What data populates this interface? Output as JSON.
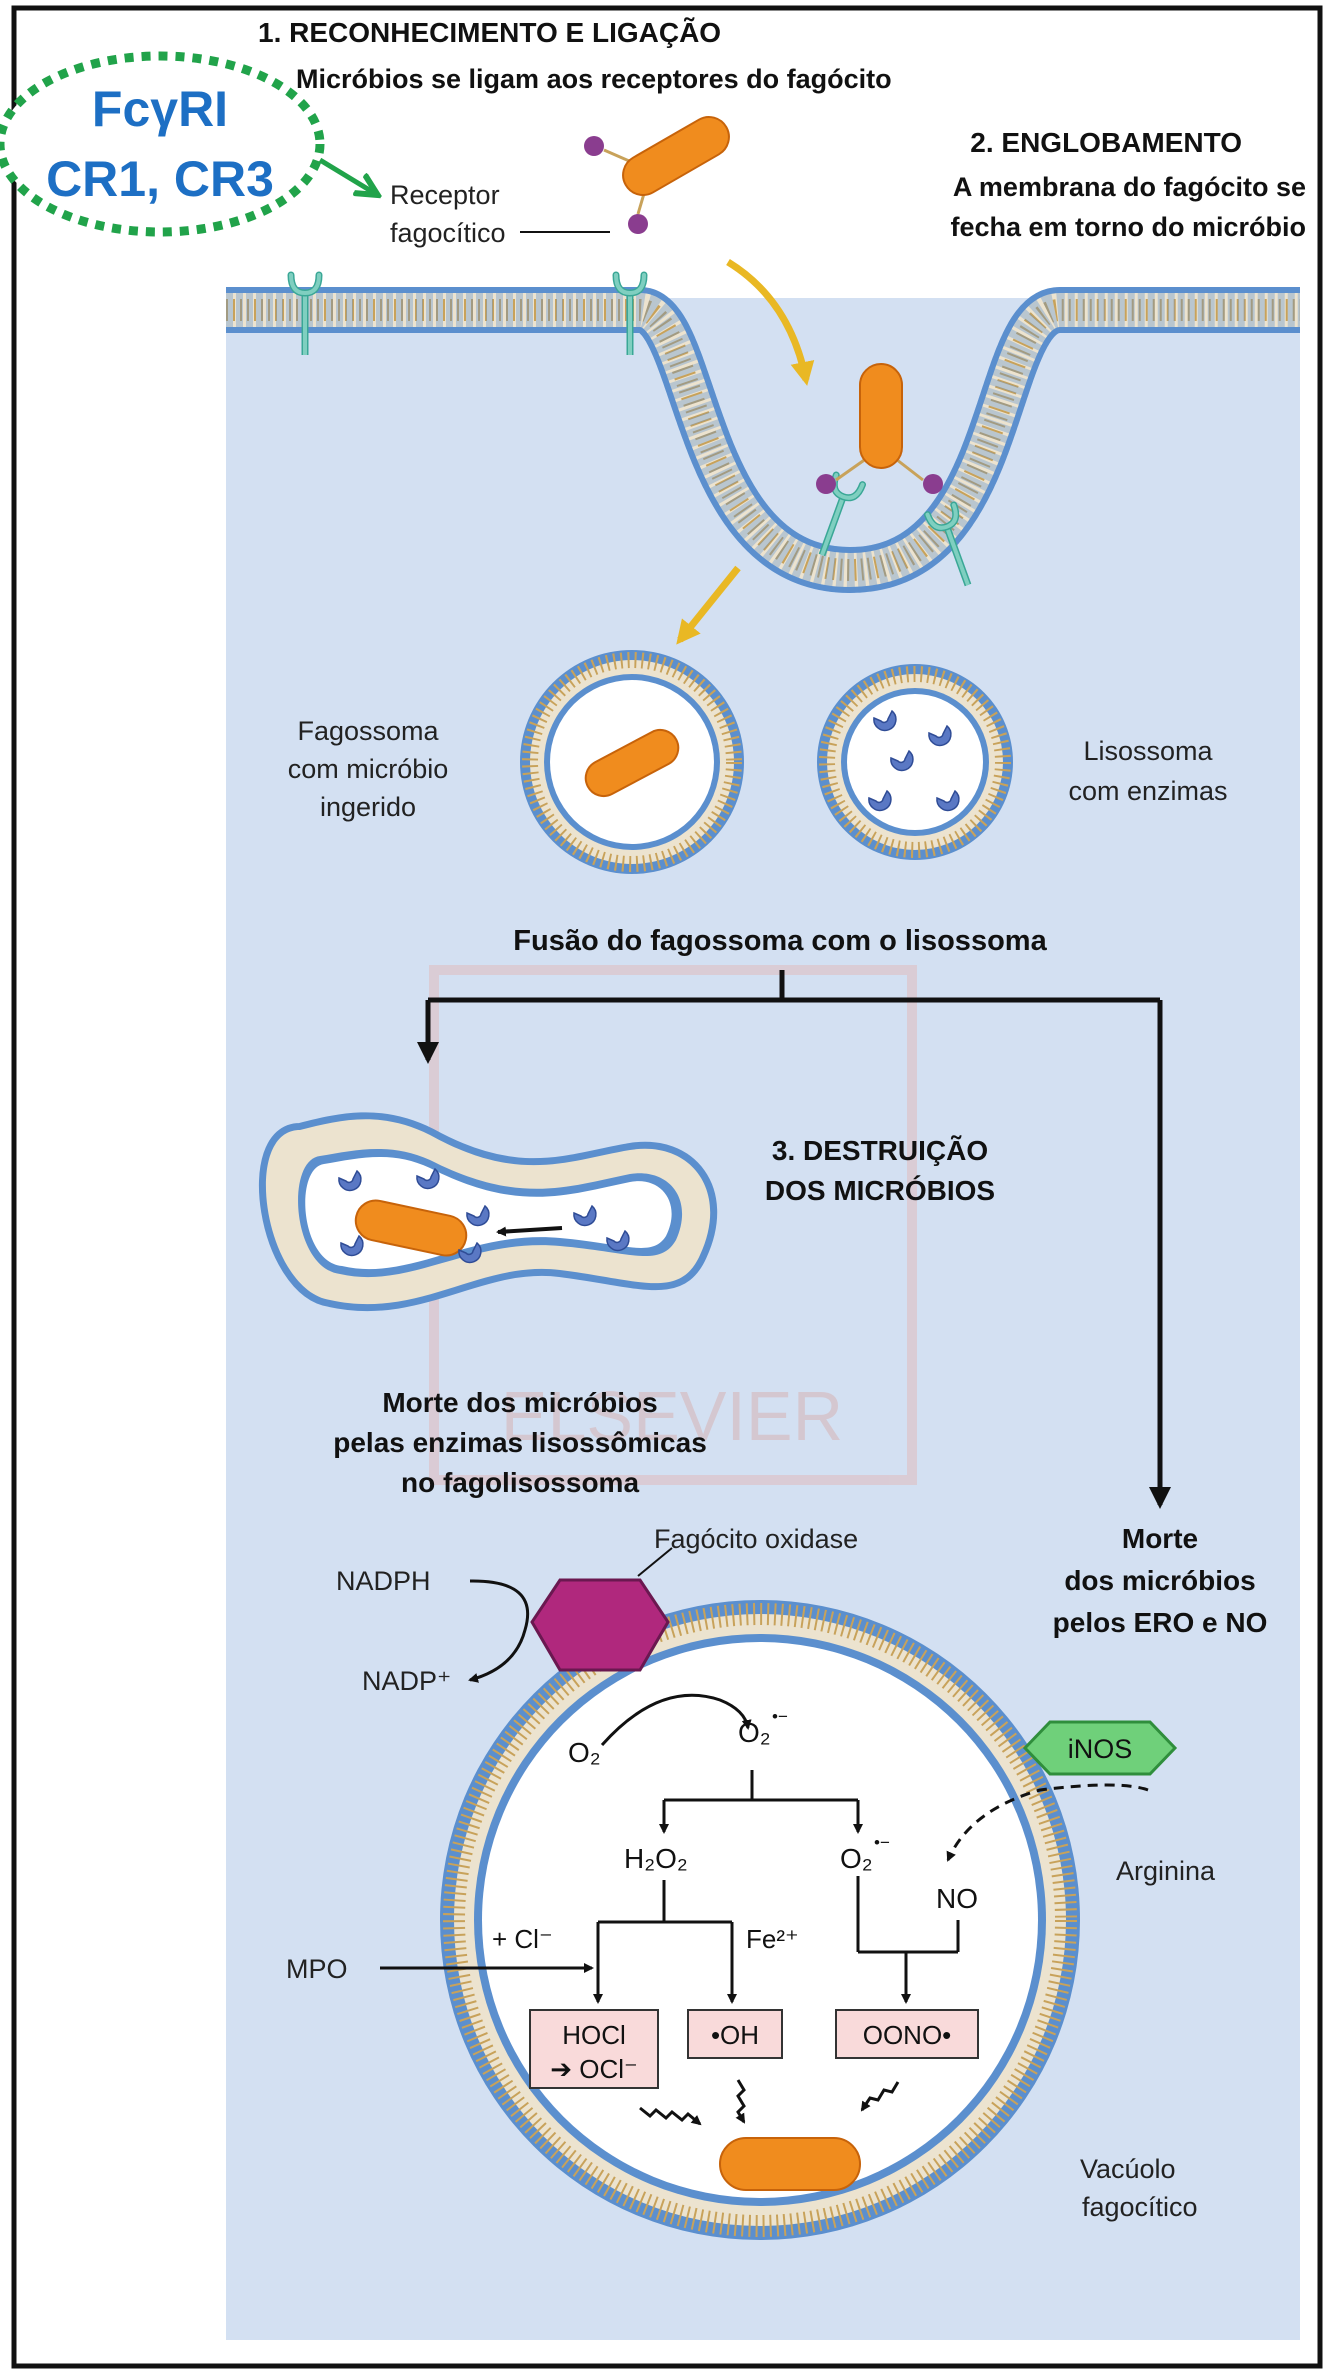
{
  "colors": {
    "cytoplasm": "#d3e0f2",
    "border": "#111111",
    "membrane_head": "#5b8fce",
    "membrane_tail": "#c8a25a",
    "receptor": "#7fcfc0",
    "ligand": "#8a3d8f",
    "microbe": "#f08c1e",
    "enzyme": "#5a78c4",
    "arrow_yellow": "#e9b824",
    "oxidase": "#b0287d",
    "inos": "#6fd07a",
    "product_box": "#f9dada",
    "annotation_blue": "#1d6fc4",
    "annotation_green": "#21a34a"
  },
  "annotation": {
    "line1": "FcγRI",
    "line2": "CR1, CR3"
  },
  "steps": {
    "step1_title": "1. RECONHECIMENTO E LIGAÇÃO",
    "step1_desc": "Micróbios se ligam aos receptores do fagócito",
    "step2_title": "2. ENGLOBAMENTO",
    "step2_desc_line1": "A membrana do fagócito se",
    "step2_desc_line2": "fecha em torno do micróbio",
    "step3_title_line1": "3. DESTRUIÇÃO",
    "step3_title_line2": "DOS MICRÓBIOS"
  },
  "labels": {
    "receptor_line1": "Receptor",
    "receptor_line2": "fagocítico",
    "phagosome_line1": "Fagossoma",
    "phagosome_line2": "com micróbio",
    "phagosome_line3": "ingerido",
    "lysosome_line1": "Lisossoma",
    "lysosome_line2": "com enzimas",
    "fusion": "Fusão do fagossoma com o lisossoma",
    "death_enz_line1": "Morte dos micróbios",
    "death_enz_line2": "pelas enzimas lisossômicas",
    "death_enz_line3": "no fagolisossoma",
    "death_ros_line1": "Morte",
    "death_ros_line2": "dos micróbios",
    "death_ros_line3": "pelos ERO e NO",
    "oxidase": "Fagócito oxidase",
    "nadph": "NADPH",
    "nadp": "NADP⁺",
    "inos": "iNOS",
    "arginine": "Arginina",
    "mpo": "MPO",
    "vacuole_line1": "Vacúolo",
    "vacuole_line2": "fagocítico",
    "watermark": "ELSEVIER"
  },
  "chemistry": {
    "o2": "O₂",
    "superoxide": "O₂",
    "superoxide_charge": "•−",
    "h2o2": "H₂O₂",
    "superoxide2": "O₂",
    "superoxide2_charge": "•−",
    "no": "NO",
    "chloride": "+ Cl⁻",
    "iron": "Fe²⁺",
    "hocl_line1": "HOCl",
    "hocl_line2": "➔ OCl⁻",
    "oh": "•OH",
    "oono": "OONO•"
  }
}
